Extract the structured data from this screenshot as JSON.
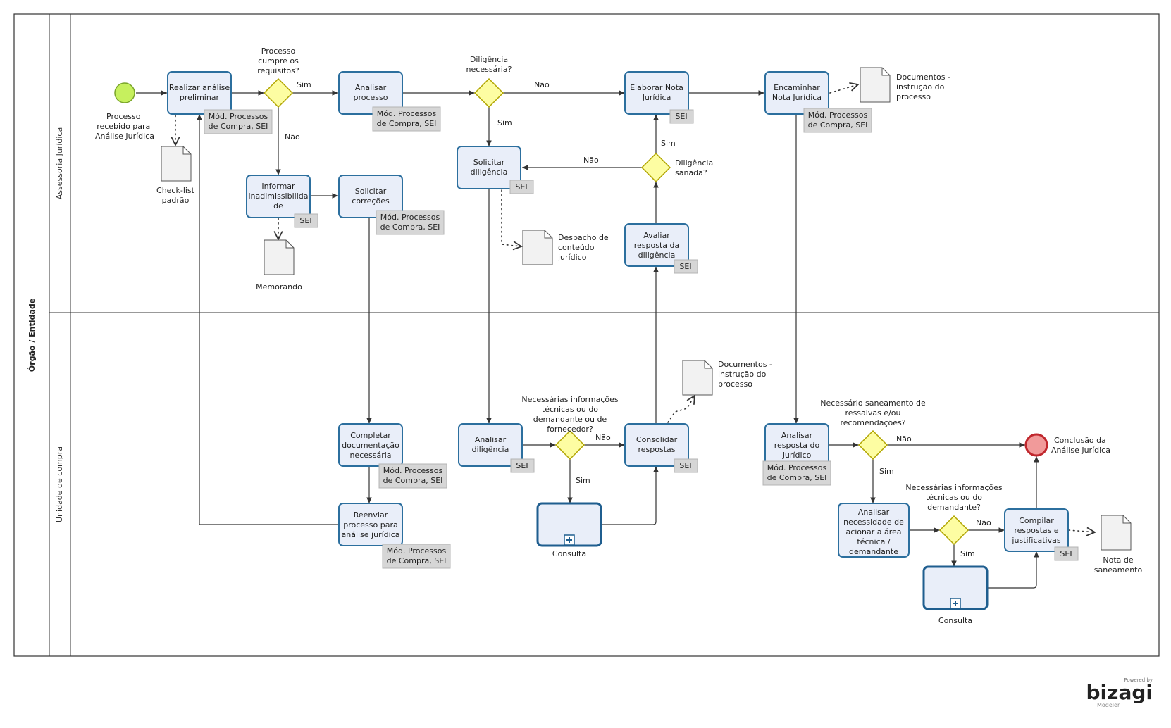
{
  "pool": {
    "name": "Órgão / Entidade"
  },
  "lanes": [
    {
      "name": "Assessoria Jurídica"
    },
    {
      "name": "Unidade de compra"
    }
  ],
  "events": {
    "start": {
      "label": [
        "Processo",
        "recebido para",
        "Análise Jurídica"
      ],
      "color": "#c6f05e"
    },
    "end": {
      "label": [
        "Conclusão da",
        "Análise Jurídica"
      ],
      "color": "#f19a9a"
    }
  },
  "tasks": {
    "realizar": {
      "label": [
        "Realizar análise",
        "preliminar"
      ],
      "tag": [
        "Mód. Processos",
        "de Compra, SEI"
      ]
    },
    "analisar_proc": {
      "label": [
        "Analisar",
        "processo"
      ],
      "tag": [
        "Mód. Processos",
        "de Compra, SEI"
      ]
    },
    "informar": {
      "label": [
        "Informar",
        "inadimissibilida",
        "de"
      ],
      "tag": [
        "SEI"
      ]
    },
    "solicitar_corr": {
      "label": [
        "Solicitar",
        "correções"
      ],
      "tag": [
        "Mód. Processos",
        "de Compra, SEI"
      ]
    },
    "solicitar_dil": {
      "label": [
        "Solicitar",
        "diligência"
      ],
      "tag": [
        "SEI"
      ]
    },
    "elaborar": {
      "label": [
        "Elaborar Nota",
        "Jurídica"
      ],
      "tag": [
        "SEI"
      ]
    },
    "avaliar": {
      "label": [
        "Avaliar",
        "resposta da",
        "diligência"
      ],
      "tag": [
        "SEI"
      ]
    },
    "encaminhar": {
      "label": [
        "Encaminhar",
        "Nota Jurídica"
      ],
      "tag": [
        "Mód. Processos",
        "de Compra, SEI"
      ]
    },
    "completar": {
      "label": [
        "Completar",
        "documentação",
        "necessária"
      ],
      "tag": [
        "Mód. Processos",
        "de Compra, SEI"
      ]
    },
    "reenviar": {
      "label": [
        "Reenviar",
        "processo para",
        "análise jurídica"
      ],
      "tag": [
        "Mód. Processos",
        "de Compra, SEI"
      ]
    },
    "analisar_dil": {
      "label": [
        "Analisar",
        "diligência"
      ],
      "tag": [
        "SEI"
      ]
    },
    "consolidar": {
      "label": [
        "Consolidar",
        "respostas"
      ],
      "tag": [
        "SEI"
      ]
    },
    "analisar_resp": {
      "label": [
        "Analisar",
        "resposta do",
        "Jurídico"
      ],
      "tag": [
        "Mód. Processos",
        "de Compra, SEI"
      ]
    },
    "analisar_nec": {
      "label": [
        "Analisar",
        "necessidade de",
        "acionar a área",
        "técnica /",
        "demandante"
      ],
      "tag": []
    },
    "compilar": {
      "label": [
        "Compilar",
        "respostas e",
        "justificativas"
      ],
      "tag": [
        "SEI"
      ]
    }
  },
  "subprocesses": {
    "consulta1": {
      "label": [
        "Consulta"
      ]
    },
    "consulta2": {
      "label": [
        "Consulta"
      ]
    }
  },
  "gateways": {
    "g1": {
      "label": [
        "Processo",
        "cumpre os",
        "requisitos?"
      ]
    },
    "g2": {
      "label": [
        "Diligência",
        "necessária?"
      ]
    },
    "g3": {
      "label": [
        "Diligência",
        "sanada?"
      ]
    },
    "g4": {
      "label": [
        "Necessárias informações",
        "técnicas ou do",
        "demandante ou de",
        "fornecedor?"
      ]
    },
    "g5": {
      "label": [
        "Necessário saneamento de",
        "ressalvas e/ou",
        "recomendações?"
      ]
    },
    "g6": {
      "label": [
        "Necessárias informações",
        "técnicas ou do",
        "demandante?"
      ]
    }
  },
  "documents": {
    "checklist": {
      "label": [
        "Check-list",
        "padrão"
      ]
    },
    "memorando": {
      "label": [
        "Memorando"
      ]
    },
    "despacho": {
      "label": [
        "Despacho de",
        "conteúdo",
        "jurídico"
      ]
    },
    "docs1": {
      "label": [
        "Documentos -",
        "instrução do",
        "processo"
      ]
    },
    "docs2": {
      "label": [
        "Documentos -",
        "instrução do",
        "processo"
      ]
    },
    "nota_san": {
      "label": [
        "Nota de",
        "saneamento"
      ]
    }
  },
  "flow_labels": {
    "g1_sim": "Sim",
    "g1_nao": "Não",
    "g2_nao": "Não",
    "g2_sim": "Sim",
    "g3_sim": "Sim",
    "g3_nao": "Não",
    "g4_nao": "Não",
    "g4_sim": "Sim",
    "g5_nao": "Não",
    "g5_sim": "Sim",
    "g6_nao": "Não",
    "g6_sim": "Sim"
  },
  "branding": {
    "powered_by": "Powered by",
    "name": "bizagi",
    "product": "Modeler",
    "color": "#e8a33d"
  }
}
